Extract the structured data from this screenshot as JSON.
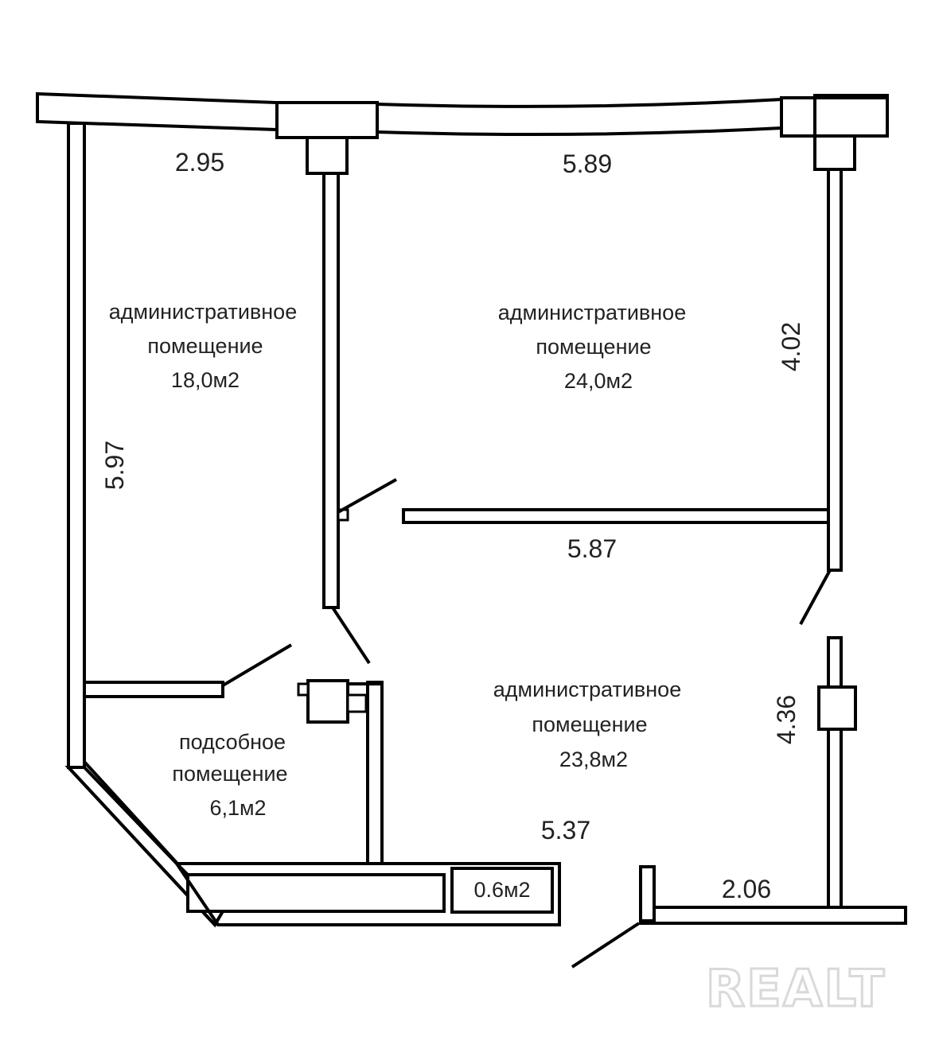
{
  "rooms": [
    {
      "type": "административное",
      "word": "помещение",
      "area": "18,0м2"
    },
    {
      "type": "административное",
      "word": "помещение",
      "area": "24,0м2"
    },
    {
      "type": "административное",
      "word": "помещение",
      "area": "23,8м2"
    },
    {
      "type": "подсобное",
      "word": "помещение",
      "area": "6,1м2"
    }
  ],
  "small_room_area": "0.6м2",
  "dimensions": {
    "top_left": "2.95",
    "top_right": "5.89",
    "left_height": "5.97",
    "right_height_upper": "4.02",
    "middle_width": "5.87",
    "right_height_lower": "4.36",
    "bottom_middle": "5.37",
    "bottom_right": "2.06"
  },
  "watermark": "REALT",
  "colors": {
    "walls": "#000000",
    "background": "#ffffff",
    "text": "#222222",
    "watermark": "#d9d9d9"
  }
}
